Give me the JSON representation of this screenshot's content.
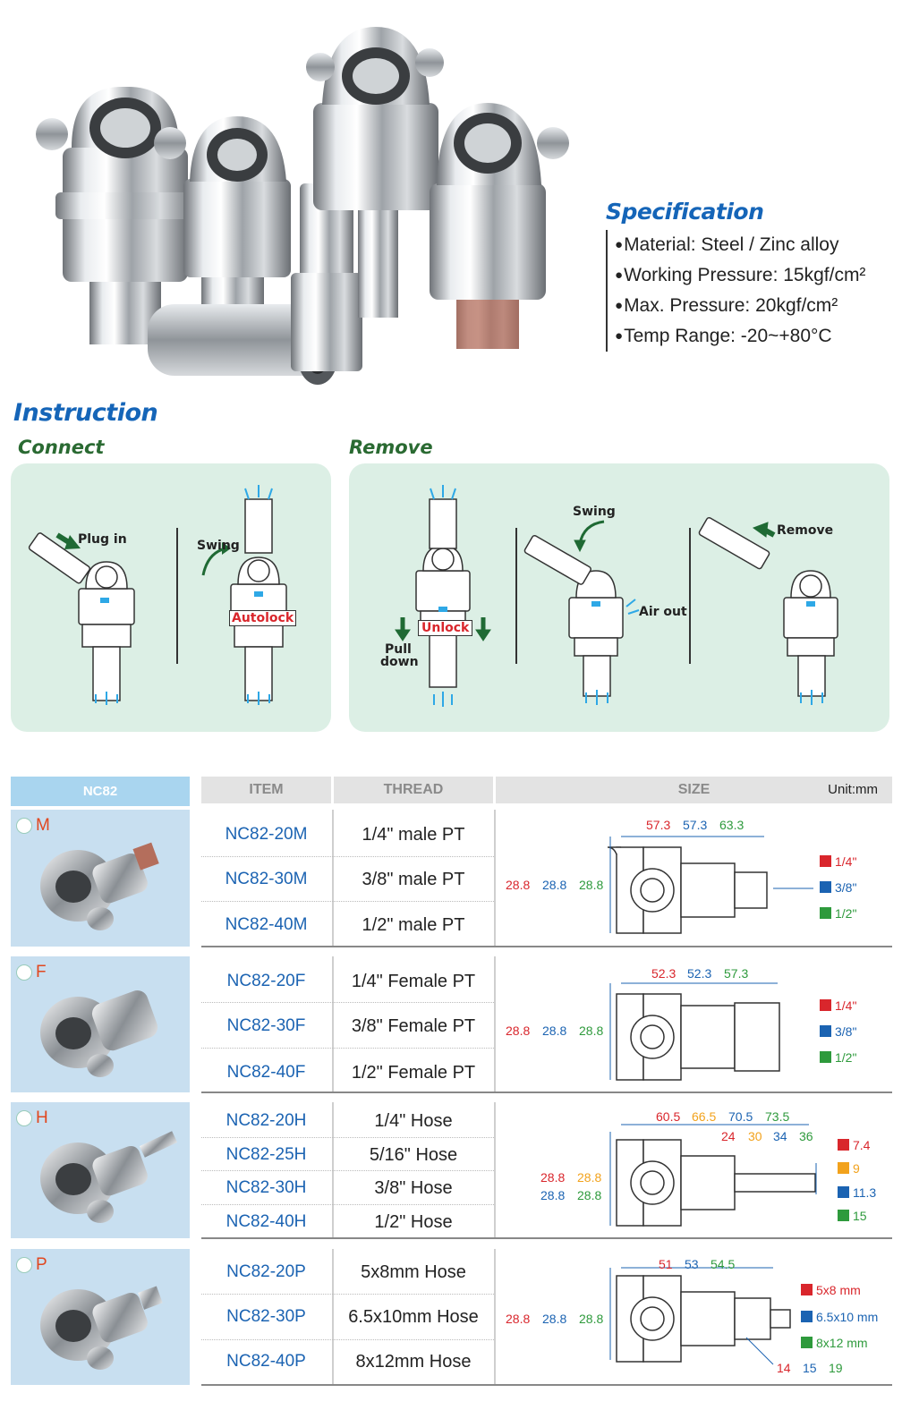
{
  "spec": {
    "title": "Specification",
    "items": [
      "Material: Steel / Zinc alloy",
      "Working Pressure: 15kgf/cm²",
      "Max. Pressure: 20kgf/cm²",
      "Temp Range: -20~+80°C"
    ]
  },
  "instruction": {
    "title": "Instruction",
    "connect": {
      "title": "Connect",
      "plug_in": "Plug in",
      "swing": "Swing",
      "autolock": "Autolock"
    },
    "remove": {
      "title": "Remove",
      "unlock": "Unlock",
      "pull_down_1": "Pull",
      "pull_down_2": "down",
      "swing": "Swing",
      "air_out": "Air out",
      "remove": "Remove"
    }
  },
  "table": {
    "series_name": "NC82",
    "headers": {
      "item": "ITEM",
      "thread": "THREAD",
      "size": "SIZE",
      "unit": "Unit:mm"
    },
    "groups": [
      {
        "label": "M",
        "rows": [
          {
            "item": "NC82-20M",
            "thread": "1/4\" male PT"
          },
          {
            "item": "NC82-30M",
            "thread": "3/8\" male PT"
          },
          {
            "item": "NC82-40M",
            "thread": "1/2\" male PT"
          }
        ],
        "length_dims": [
          "57.3",
          "57.3",
          "63.3"
        ],
        "height_dims": [
          "28.8",
          "28.8",
          "28.8"
        ],
        "legend": [
          "1/4\"",
          "3/8\"",
          "1/2\""
        ]
      },
      {
        "label": "F",
        "rows": [
          {
            "item": "NC82-20F",
            "thread": "1/4\" Female PT"
          },
          {
            "item": "NC82-30F",
            "thread": "3/8\" Female PT"
          },
          {
            "item": "NC82-40F",
            "thread": "1/2\" Female PT"
          }
        ],
        "length_dims": [
          "52.3",
          "52.3",
          "57.3"
        ],
        "height_dims": [
          "28.8",
          "28.8",
          "28.8"
        ],
        "legend": [
          "1/4\"",
          "3/8\"",
          "1/2\""
        ]
      },
      {
        "label": "H",
        "rows": [
          {
            "item": "NC82-20H",
            "thread": "1/4\" Hose"
          },
          {
            "item": "NC82-25H",
            "thread": "5/16\" Hose"
          },
          {
            "item": "NC82-30H",
            "thread": "3/8\" Hose"
          },
          {
            "item": "NC82-40H",
            "thread": "1/2\" Hose"
          }
        ],
        "length_dims": [
          "60.5",
          "66.5",
          "70.5",
          "73.5"
        ],
        "inner_dims": [
          "24",
          "30",
          "34",
          "36"
        ],
        "height_dims": [
          "28.8",
          "28.8",
          "28.8",
          "28.8"
        ],
        "legend": [
          "7.4",
          "9",
          "11.3",
          "15"
        ]
      },
      {
        "label": "P",
        "rows": [
          {
            "item": "NC82-20P",
            "thread": "5x8mm Hose"
          },
          {
            "item": "NC82-30P",
            "thread": "6.5x10mm Hose"
          },
          {
            "item": "NC82-40P",
            "thread": "8x12mm Hose"
          }
        ],
        "length_dims": [
          "51",
          "53",
          "54.5"
        ],
        "height_dims": [
          "28.8",
          "28.8",
          "28.8"
        ],
        "bottom_dims": [
          "14",
          "15",
          "19"
        ],
        "legend": [
          "5x8 mm",
          "6.5x10 mm",
          "8x12 mm"
        ]
      }
    ]
  },
  "colors": {
    "red": "#d9262c",
    "orange": "#f2a21c",
    "blue": "#1b63b2",
    "green": "#2e9a3c",
    "heading_blue": "#1565b8",
    "heading_green": "#2a6a32"
  }
}
